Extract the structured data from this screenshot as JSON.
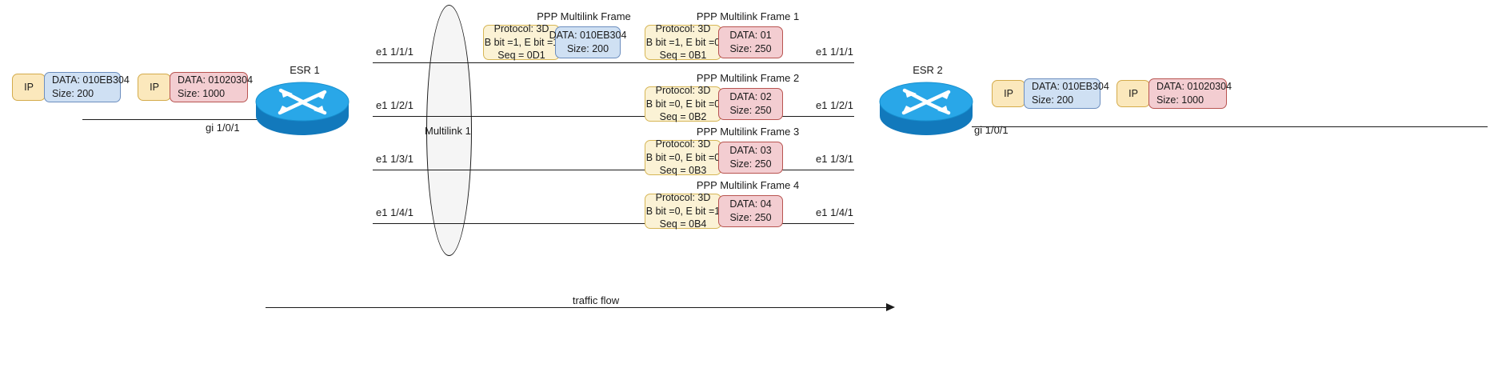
{
  "diagram": {
    "title_left_router": "ESR 1",
    "title_right_router": "ESR 2",
    "left_router_port": "gi 1/0/1",
    "right_router_port": "gi 1/0/1",
    "bundle_label": "Multilink 1",
    "traffic_flow_label": "traffic flow"
  },
  "left_packets": [
    {
      "ip_label": "IP",
      "data_line": "DATA: 010EB304",
      "size_line": "Size: 200",
      "color": "#cfe0f3"
    },
    {
      "ip_label": "IP",
      "data_line": "DATA: 01020304",
      "size_line": "Size: 1000",
      "color": "#f3cdd1"
    }
  ],
  "right_packets": [
    {
      "ip_label": "IP",
      "data_line": "DATA: 010EB304",
      "size_line": "Size: 200",
      "color": "#cfe0f3"
    },
    {
      "ip_label": "IP",
      "data_line": "DATA: 01020304",
      "size_line": "Size: 1000",
      "color": "#f3cdd1"
    }
  ],
  "links": [
    {
      "left_port": "e1 1/1/1",
      "right_port": "e1 1/1/1",
      "extra_frame": {
        "caption": "PPP Multilink Frame",
        "header": {
          "protocol": "Protocol: 3D",
          "bits": "B bit =1, E bit =1",
          "seq": "Seq = 0D1"
        },
        "payload": {
          "data": "DATA: 010EB304",
          "size": "Size: 200",
          "color": "#cfe0f3"
        }
      },
      "frame": {
        "caption": "PPP Multilink Frame 1",
        "header": {
          "protocol": "Protocol: 3D",
          "bits": "B bit =1, E bit =0",
          "seq": "Seq = 0B1"
        },
        "payload": {
          "data": "DATA: 01",
          "size": "Size: 250",
          "color": "#f3cdd1"
        }
      }
    },
    {
      "left_port": "e1 1/2/1",
      "right_port": "e1 1/2/1",
      "frame": {
        "caption": "PPP Multilink Frame 2",
        "header": {
          "protocol": "Protocol: 3D",
          "bits": "B bit =0, E bit =0",
          "seq": "Seq = 0B2"
        },
        "payload": {
          "data": "DATA: 02",
          "size": "Size: 250",
          "color": "#f3cdd1"
        }
      }
    },
    {
      "left_port": "e1 1/3/1",
      "right_port": "e1 1/3/1",
      "frame": {
        "caption": "PPP Multilink Frame 3",
        "header": {
          "protocol": "Protocol: 3D",
          "bits": "B bit =0, E bit =0",
          "seq": "Seq = 0B3"
        },
        "payload": {
          "data": "DATA: 03",
          "size": "Size: 250",
          "color": "#f3cdd1"
        }
      }
    },
    {
      "left_port": "e1 1/4/1",
      "right_port": "e1 1/4/1",
      "frame": {
        "caption": "PPP Multilink Frame 4",
        "header": {
          "protocol": "Protocol: 3D",
          "bits": "B bit =0, E bit =1",
          "seq": "Seq = 0B4"
        },
        "payload": {
          "data": "DATA: 04",
          "size": "Size: 250",
          "color": "#f3cdd1"
        }
      }
    }
  ],
  "colors": {
    "router_body": "#2196d9",
    "router_top": "#29a7e8",
    "router_dark": "#1279bc",
    "pill_yellow": "#fbe8bc",
    "pill_blue": "#cfe0f3",
    "pill_red": "#f3cdd1",
    "ellipse_fill": "#f5f5f5",
    "stroke": "#1a1a1a"
  }
}
